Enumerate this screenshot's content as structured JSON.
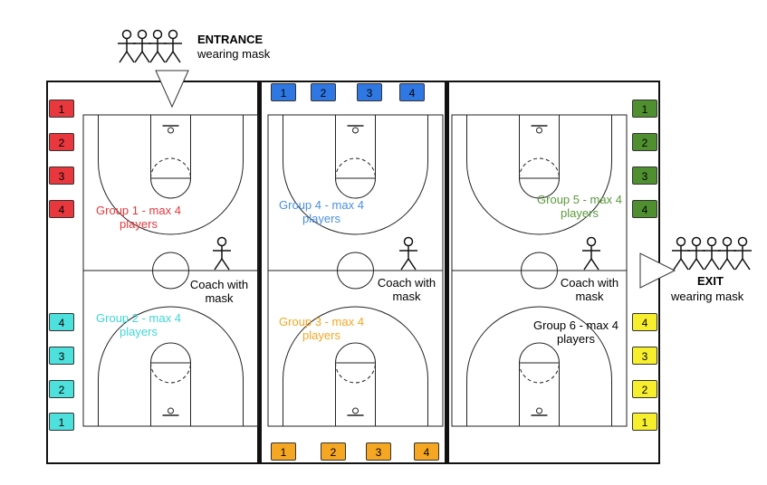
{
  "entrance": {
    "title": "ENTRANCE",
    "subtitle": "wearing mask"
  },
  "exit": {
    "title": "EXIT",
    "subtitle": "wearing mask"
  },
  "groups": [
    {
      "line1": "Group 1 - max 4",
      "line2": "players",
      "color": "#e8383d"
    },
    {
      "line1": "Group 2 - max 4",
      "line2": "players",
      "color": "#3fd6d6"
    },
    {
      "line1": "Group 3 - max 4",
      "line2": "players",
      "color": "#f5a623"
    },
    {
      "line1": "Group 4 - max 4",
      "line2": "players",
      "color": "#4a8fe0"
    },
    {
      "line1": "Group 5 - max 4",
      "line2": "players",
      "color": "#5a9a3a"
    },
    {
      "line1": "Group 6 - max 4",
      "line2": "players",
      "color": "#000000"
    }
  ],
  "coaches": [
    {
      "line1": "Coach with",
      "line2": "mask"
    },
    {
      "line1": "Coach with",
      "line2": "mask"
    },
    {
      "line1": "Coach with",
      "line2": "mask"
    }
  ],
  "spot_colors": {
    "red": "#e8383d",
    "cyan": "#4ee0dc",
    "blue": "#2f78e4",
    "orange": "#f5a623",
    "green": "#4f8f2f",
    "yellow": "#f7ef2e"
  },
  "spots": {
    "left_red": [
      "1",
      "2",
      "3",
      "4"
    ],
    "left_cyan": [
      "4",
      "3",
      "2",
      "1"
    ],
    "top_blue": [
      "1",
      "2",
      "3",
      "4"
    ],
    "bottom_orange": [
      "1",
      "2",
      "3",
      "4"
    ],
    "right_green": [
      "1",
      "2",
      "3",
      "4"
    ],
    "right_yellow": [
      "4",
      "3",
      "2",
      "1"
    ]
  }
}
